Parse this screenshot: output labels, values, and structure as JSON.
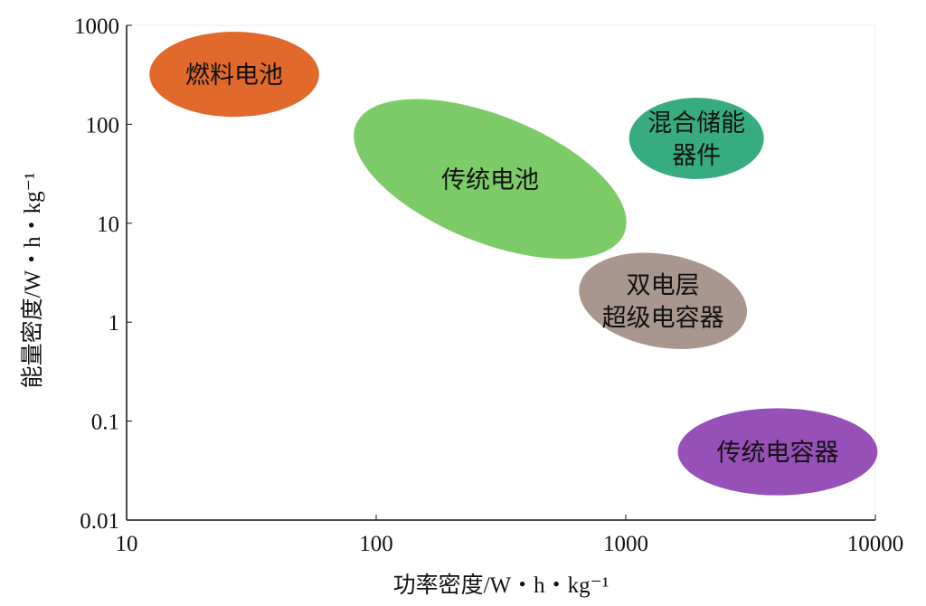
{
  "chart_data": {
    "type": "scatter",
    "subtype": "ragone-regions",
    "title": "",
    "xlabel": "功率密度/W・h・kg⁻¹",
    "ylabel": "能量密度/W・h・kg⁻¹",
    "xscale": "log",
    "yscale": "log",
    "xlim": [
      10,
      10000
    ],
    "ylim": [
      0.01,
      1000
    ],
    "xticks": [
      "10",
      "100",
      "1000",
      "10000"
    ],
    "yticks": [
      "0.01",
      "0.1",
      "1",
      "10",
      "100",
      "1000"
    ],
    "grid": false,
    "regions": [
      {
        "name": "燃料电池",
        "lines": [
          "燃料电池"
        ],
        "center": [
          27,
          320
        ],
        "half_span_decades": [
          0.34,
          0.43
        ],
        "color": "#e1692b",
        "text_color": "#111111"
      },
      {
        "name": "传统电池",
        "lines": [
          "传统电池"
        ],
        "center": [
          286,
          28
        ],
        "half_span_decades": [
          0.58,
          0.64
        ],
        "color": "#7dcb68",
        "text_color": "#111111"
      },
      {
        "name": "混合储能器件",
        "lines": [
          "混合储能",
          "器件"
        ],
        "center": [
          1920,
          72
        ],
        "half_span_decades": [
          0.27,
          0.41
        ],
        "color": "#36ac80",
        "text_color": "#111111"
      },
      {
        "name": "双电层超级电容器",
        "lines": [
          "双电层",
          "超级电容器"
        ],
        "center": [
          1410,
          1.64
        ],
        "half_span_decades": [
          0.34,
          0.47
        ],
        "color": "#a8968f",
        "text_color": "#111111"
      },
      {
        "name": "传统电容器",
        "lines": [
          "传统电容器"
        ],
        "center": [
          4060,
          0.049
        ],
        "half_span_decades": [
          0.4,
          0.44
        ],
        "color": "#9650b8",
        "text_color": "#111111"
      }
    ]
  }
}
